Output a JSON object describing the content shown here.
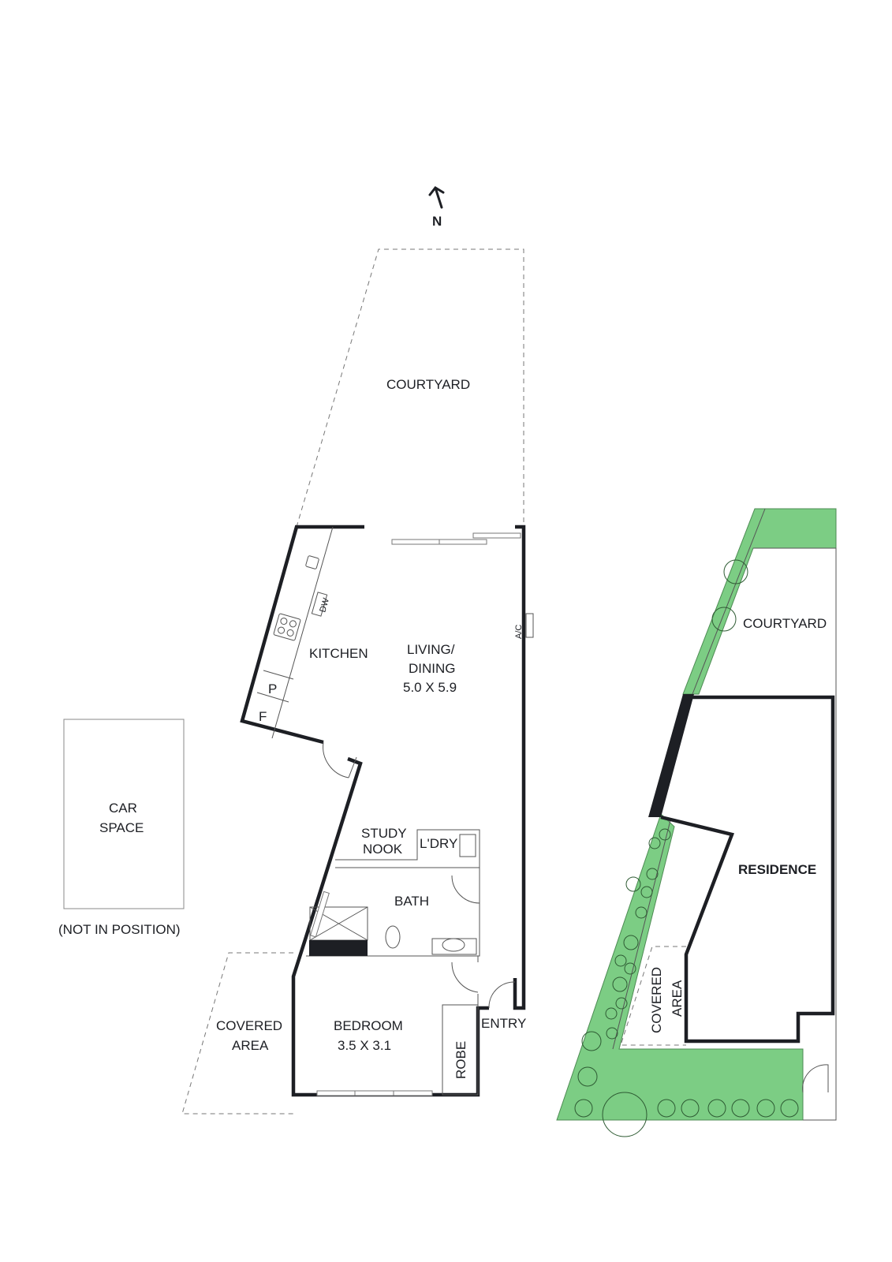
{
  "compass": {
    "label": "N",
    "direction": "north-up-left"
  },
  "floorplan": {
    "rooms": [
      {
        "id": "courtyard-main",
        "label": "COURTYARD"
      },
      {
        "id": "kitchen",
        "label": "KITCHEN"
      },
      {
        "id": "living-dining",
        "label_line1": "LIVING/",
        "label_line2": "DINING",
        "dimensions": "5.0 X 5.9"
      },
      {
        "id": "study-nook",
        "label_line1": "STUDY",
        "label_line2": "NOOK"
      },
      {
        "id": "laundry",
        "label": "L'DRY"
      },
      {
        "id": "bath",
        "label": "BATH"
      },
      {
        "id": "bedroom",
        "label": "BEDROOM",
        "dimensions": "3.5 X 3.1"
      },
      {
        "id": "robe",
        "label": "ROBE"
      },
      {
        "id": "entry",
        "label": "ENTRY"
      },
      {
        "id": "covered-area",
        "label_line1": "COVERED",
        "label_line2": "AREA"
      }
    ],
    "fixtures": {
      "dishwasher": "DW",
      "aircon": "A/C",
      "pantry": "P",
      "fridge": "F"
    },
    "car_space": {
      "label_line1": "CAR",
      "label_line2": "SPACE",
      "note": "(NOT IN POSITION)"
    }
  },
  "site_plan": {
    "courtyard": "COURTYARD",
    "residence": "RESIDENCE",
    "covered_line1": "COVERED",
    "covered_line2": "AREA"
  },
  "colors": {
    "wall": "#1d1f24",
    "garden": "#7ccd84",
    "garden_stroke": "#4d8b53"
  }
}
